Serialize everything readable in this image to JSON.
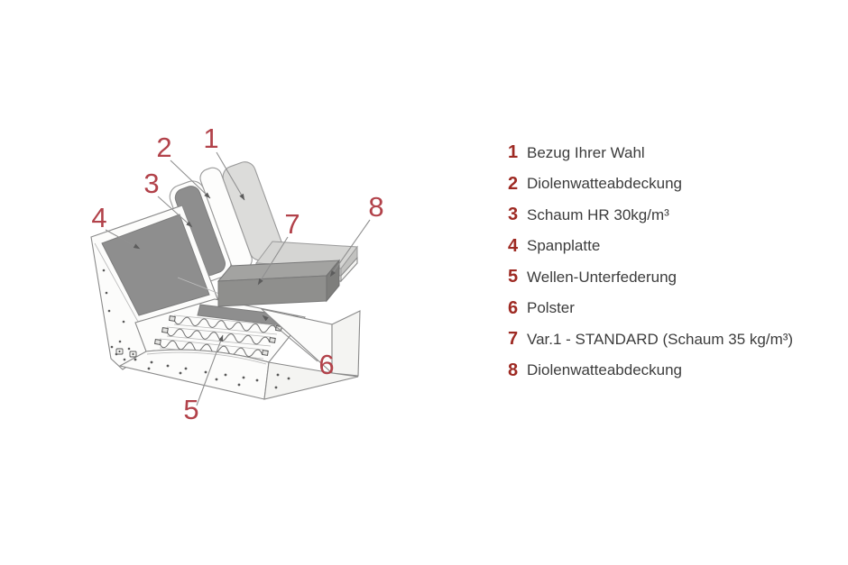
{
  "figure": {
    "type": "cutaway-diagram",
    "subject": "Polsteraufbau Schnittzeichnung (sofa upholstery construction cutaway)",
    "callouts": [
      {
        "n": "1"
      },
      {
        "n": "2"
      },
      {
        "n": "3"
      },
      {
        "n": "4"
      },
      {
        "n": "5"
      },
      {
        "n": "6"
      },
      {
        "n": "7"
      },
      {
        "n": "8"
      }
    ]
  },
  "legend": {
    "items": [
      {
        "num": "1",
        "label": "Bezug Ihrer Wahl"
      },
      {
        "num": "2",
        "label": "Diolenwatteabdeckung"
      },
      {
        "num": "3",
        "label": "Schaum HR 30kg/m³"
      },
      {
        "num": "4",
        "label": "Spanplatte"
      },
      {
        "num": "5",
        "label": "Wellen-Unterfederung"
      },
      {
        "num": "6",
        "label": "Polster"
      },
      {
        "num": "7",
        "label": "Var.1 - STANDARD (Schaum 35 kg/m³)"
      },
      {
        "num": "8",
        "label": "Diolenwatteabdeckung"
      }
    ]
  },
  "colors": {
    "background": "#FFFFFF",
    "accent_legend": "#9E2A23",
    "accent_diagram": "#B2424A",
    "text": "#3C3C3C",
    "panel_dark": "#8E8E8E",
    "panel_light": "#DCDCDA",
    "cushion": "#D5D5D3",
    "outline": "#8A8A8A"
  }
}
